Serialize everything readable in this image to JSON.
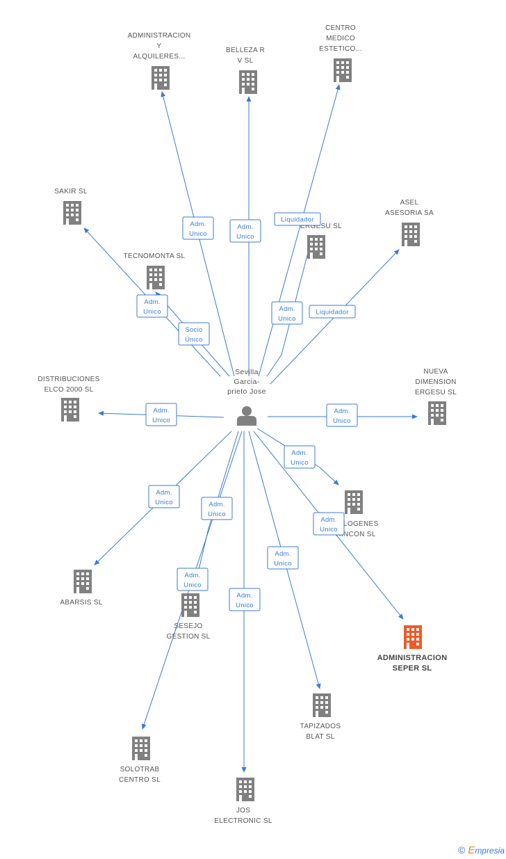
{
  "colors": {
    "edge": "#3a7bd5",
    "node": "#808080",
    "highlight_node": "#f05a28",
    "label": "#555555"
  },
  "center": {
    "label": [
      "Sevilla",
      "Garcia-",
      "prieto Jose"
    ],
    "icon": "person-icon"
  },
  "nodes": [
    {
      "id": "administracion-alquileres",
      "label": [
        "ADMINISTRACION",
        "Y",
        "ALQUILERES..."
      ],
      "icon": "building-icon",
      "highlight": false
    },
    {
      "id": "belleza-r-v",
      "label": [
        "BELLEZA R",
        "V SL"
      ],
      "icon": "building-icon",
      "highlight": false
    },
    {
      "id": "centro-medico",
      "label": [
        "CENTRO",
        "MEDICO",
        "ESTETICO..."
      ],
      "icon": "building-icon",
      "highlight": false
    },
    {
      "id": "sakir",
      "label": [
        "SAKIR SL"
      ],
      "icon": "building-icon",
      "highlight": false
    },
    {
      "id": "ergesu",
      "label": [
        "ERGESU SL"
      ],
      "icon": "building-icon",
      "highlight": false
    },
    {
      "id": "asel-asesoria",
      "label": [
        "ASEL",
        "ASESORIA SA"
      ],
      "icon": "building-icon",
      "highlight": false
    },
    {
      "id": "tecnomonta",
      "label": [
        "TECNOMONTA SL"
      ],
      "icon": "building-icon",
      "highlight": false
    },
    {
      "id": "distribuciones-elco",
      "label": [
        "DISTRIBUCIONES",
        "ELCO 2000 SL"
      ],
      "icon": "building-icon",
      "highlight": false
    },
    {
      "id": "nueva-dimension",
      "label": [
        "NUEVA",
        "DIMENSION",
        "ERGESU SL"
      ],
      "icon": "building-icon",
      "highlight": false
    },
    {
      "id": "halogenes-rincon",
      "label": [
        "HALOGENES",
        "RINCON SL"
      ],
      "icon": "building-icon",
      "highlight": false
    },
    {
      "id": "abarsis",
      "label": [
        "ABARSIS SL"
      ],
      "icon": "building-icon",
      "highlight": false
    },
    {
      "id": "sesejo-gestion",
      "label": [
        "SESEJO",
        "GESTION SL"
      ],
      "icon": "building-icon",
      "highlight": false
    },
    {
      "id": "administracion-seper",
      "label": [
        "ADMINISTRACION",
        "SEPER SL"
      ],
      "icon": "building-icon",
      "highlight": true
    },
    {
      "id": "tapizados-blat",
      "label": [
        "TAPIZADOS",
        "BLAT SL"
      ],
      "icon": "building-icon",
      "highlight": false
    },
    {
      "id": "solotrab-centro",
      "label": [
        "SOLOTRAB",
        "CENTRO SL"
      ],
      "icon": "building-icon",
      "highlight": false
    },
    {
      "id": "jos-electronic",
      "label": [
        "JOS",
        "ELECTRONIC SL"
      ],
      "icon": "building-icon",
      "highlight": false
    }
  ],
  "edges": [
    {
      "to": "administracion-alquileres",
      "role": [
        "Adm.",
        "Unico"
      ]
    },
    {
      "to": "belleza-r-v",
      "role": [
        "Adm.",
        "Unico"
      ]
    },
    {
      "to": "centro-medico",
      "role": [
        "Liquidador"
      ]
    },
    {
      "to": "sakir",
      "role": [
        "Adm.",
        "Unico"
      ]
    },
    {
      "to": "tecnomonta",
      "role": [
        "Socio",
        "Único"
      ]
    },
    {
      "to": "ergesu",
      "role": [
        "Adm.",
        "Unico"
      ]
    },
    {
      "to": "asel-asesoria",
      "role": [
        "Liquidador"
      ]
    },
    {
      "to": "distribuciones-elco",
      "role": [
        "Adm.",
        "Unico"
      ]
    },
    {
      "to": "nueva-dimension",
      "role": [
        "Adm.",
        "Unico"
      ]
    },
    {
      "to": "halogenes-rincon",
      "role": [
        "Adm.",
        "Unico"
      ]
    },
    {
      "to": "abarsis",
      "role": [
        "Adm.",
        "Unico"
      ]
    },
    {
      "to": "sesejo-gestion",
      "role": [
        "Adm.",
        "Unico"
      ]
    },
    {
      "to": "solotrab-centro",
      "role": [
        "Adm.",
        "Unico"
      ]
    },
    {
      "to": "administracion-seper",
      "role": [
        "Adm.",
        "Unico"
      ]
    },
    {
      "to": "tapizados-blat",
      "role": [
        "Adm.",
        "Unico"
      ]
    },
    {
      "to": "jos-electronic",
      "role": [
        "Adm.",
        "Unico"
      ]
    }
  ],
  "footer": {
    "copyright": "©",
    "brand_initial": "E",
    "brand_rest": "mpresia"
  }
}
